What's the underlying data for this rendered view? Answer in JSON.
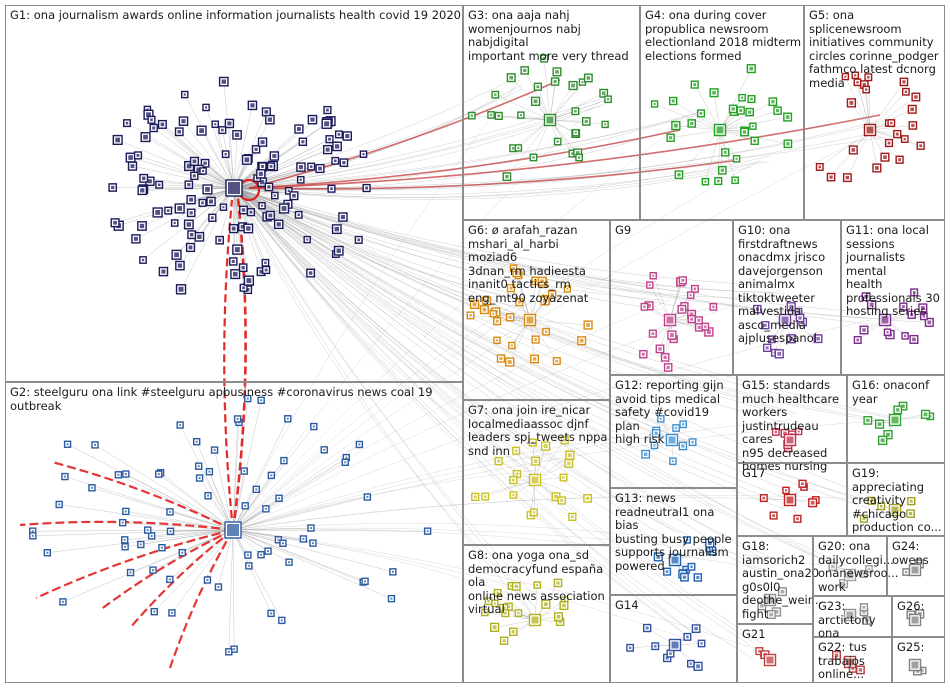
{
  "groups": [
    {
      "id": "G1",
      "label": "G1: ona journalism awards online information journalists health covid 19 2020"
    },
    {
      "id": "G2",
      "label": "G2: steelguru ona link #steelguru apbusiness #coronavirus news coal 19 outbreak"
    },
    {
      "id": "G3",
      "label": "G3: ona aaja nahj\nwomenjournos nabj nabjdigital\nimportant more very thread"
    },
    {
      "id": "G4",
      "label": "G4: ona during cover\npropublica newsroom\nelectionland 2018 midterm\nelections formed"
    },
    {
      "id": "G5",
      "label": "G5: ona splicenewsroom\ninitiatives community\ncircles corinne_podger\nfathmco latest dcnorg\nmedia"
    },
    {
      "id": "G6",
      "label": "G6: ø arafah_razan\nmshari_al_harbi moziad6\n3dnan_rm hadieesta\ninanit0 tactics_rm\neng_mt90 zoyazenat"
    },
    {
      "id": "G7",
      "label": "G7: ona join ire_nicar\nlocalmediaassoc djnf\nleaders spj_tweets nppa\nsnd inn"
    },
    {
      "id": "G8",
      "label": "G8: ona yoga ona_sd\ndemocracyfund españa ola\nonline news association\nvirtual"
    },
    {
      "id": "G9",
      "label": "G9"
    },
    {
      "id": "G10",
      "label": "G10: ona\nfirstdraftnews\nonacdmx jrisco\ndavejorgenson\nanimalmx\ntiktoktweeter\nmalvestida\nasco_media\najplusespanol"
    },
    {
      "id": "G11",
      "label": "G11: ona local\nsessions\njournalists mental\nhealth\nprofessionals 30\nhosting series"
    },
    {
      "id": "G12",
      "label": "G12: reporting gijn\navoid tips medical\nsafety #covid19 plan\nhigh risk"
    },
    {
      "id": "G13",
      "label": "G13: news\nreadneutral1 ona bias\nbusting busy people\nsupports journalism\npowered"
    },
    {
      "id": "G14",
      "label": "G14"
    },
    {
      "id": "G15",
      "label": "G15: standards\nmuch healthcare\nworkers\njustintrudeau cares\nn95 decreased\nhomes nursing"
    },
    {
      "id": "G16",
      "label": "G16: onaconf\nyear"
    },
    {
      "id": "G17",
      "label": "G17"
    },
    {
      "id": "G18",
      "label": "G18:\niamsorich2\naustin_ona20\ng0s0l0\ndeothe_weir...\nfight"
    },
    {
      "id": "G19",
      "label": "G19:\nappreciating\ncreativity\n#chicago\nproduction co..."
    },
    {
      "id": "G20",
      "label": "G20: ona\ndailycollegi...\nonanewsroo...\nwork"
    },
    {
      "id": "G21",
      "label": "G21"
    },
    {
      "id": "G22",
      "label": "G22: tus\ntrabajos\nonline..."
    },
    {
      "id": "G23",
      "label": "G23:\narctictony ona"
    },
    {
      "id": "G24",
      "label": "G24:\nowens"
    },
    {
      "id": "G25",
      "label": "G25:"
    },
    {
      "id": "G26",
      "label": "G26:"
    }
  ],
  "colors": {
    "border": "#8c8c8c",
    "edge": "#9a9a9a",
    "strong_edge": "#e02020",
    "G1": "#1a1a5a",
    "G2": "#2a5aa0",
    "G3": "#2e8b2e",
    "G4": "#22a022",
    "G5": "#a01818",
    "G6": "#d88a10",
    "G7": "#c8c020",
    "G8": "#b0b020",
    "G9": "#c0408a",
    "G10": "#7040a0",
    "G11": "#7a2a8a",
    "G12": "#4090d0",
    "G13": "#2060b0",
    "G14": "#3050a0",
    "G15": "#c03050",
    "G16": "#30a030",
    "G17": "#c02020",
    "G18": "#909090",
    "G19": "#a0a020",
    "G20": "#a0a0a0",
    "G21": "#c04040",
    "G22": "#b04040",
    "G23": "#909090",
    "G24": "#808080",
    "G25": "#808080",
    "G26": "#808080"
  }
}
